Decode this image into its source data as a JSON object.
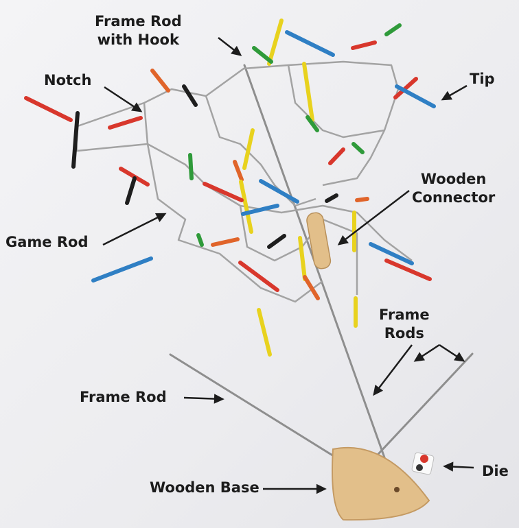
{
  "labels": {
    "frame_rod_with_hook_1": "Frame Rod",
    "frame_rod_with_hook_2": "with Hook",
    "notch": "Notch",
    "tip": "Tip",
    "wooden_connector_1": "Wooden",
    "wooden_connector_2": "Connector",
    "game_rod": "Game Rod",
    "frame_rods_1": "Frame",
    "frame_rods_2": "Rods",
    "frame_rod": "Frame Rod",
    "die": "Die",
    "wooden_base": "Wooden Base"
  },
  "colors": {
    "red": "#d8372c",
    "blue": "#2f7fc4",
    "yellow": "#e8d21e",
    "green": "#2f9a3a",
    "black": "#1e1e1e",
    "orange": "#e0642a",
    "wire": "#9a9a9a",
    "wood": "#e2bf8a"
  }
}
